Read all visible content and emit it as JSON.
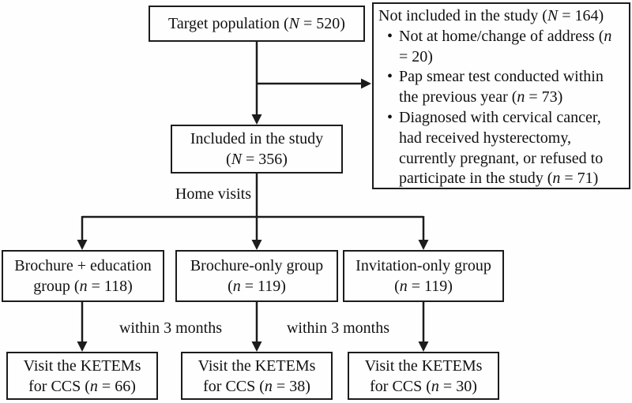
{
  "flow": {
    "target": {
      "pre": "Target population (",
      "var": "N",
      "post": " = 520)"
    },
    "excluded": {
      "title": {
        "pre": "Not included in the study (",
        "var": "N",
        "post": " = 164)"
      },
      "items": [
        {
          "pre": "Not at home/change of address (",
          "var": "n",
          "post": " = 20)"
        },
        {
          "pre": "Pap smear test conducted within the previous year (",
          "var": "n",
          "post": " = 73)"
        },
        {
          "pre": "Diagnosed with cervical cancer, had received hysterectomy, currently pregnant, or refused to participate in the study (",
          "var": "n",
          "post": " = 71)"
        }
      ]
    },
    "included": {
      "line1": "Included in the study",
      "line2_pre": "(",
      "var": "N",
      "line2_post": " = 356)"
    },
    "home_visits_label": "Home visits",
    "groups": [
      {
        "line1": "Brochure + education",
        "line2_pre": "group (",
        "var": "n",
        "line2_post": " = 118)"
      },
      {
        "line1": "Brochure-only group",
        "line2_pre": "(",
        "var": "n",
        "line2_post": " = 119)"
      },
      {
        "line1": "Invitation-only group",
        "line2_pre": "(",
        "var": "n",
        "line2_post": " = 119)"
      }
    ],
    "within_left": "within 3 months",
    "within_right": "within 3 months",
    "outcomes": [
      {
        "line1": "Visit the KETEMs",
        "line2_pre": "for CCS (",
        "var": "n",
        "line2_post": " = 66)"
      },
      {
        "line1": "Visit the KETEMs",
        "line2_pre": "for CCS (",
        "var": "n",
        "line2_post": " = 38)"
      },
      {
        "line1": "Visit the KETEMs",
        "line2_pre": "for CCS (",
        "var": "n",
        "line2_post": " = 30)"
      }
    ],
    "colors": {
      "line": "#1c1c1c",
      "text": "#111111",
      "background": "#ffffff"
    }
  }
}
